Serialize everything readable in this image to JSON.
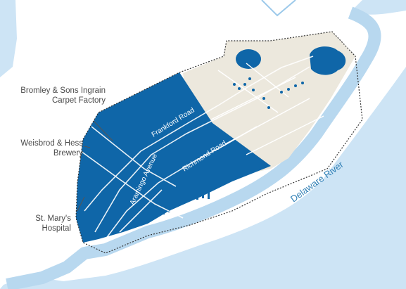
{
  "labels": {
    "bromley_line1": "Bromley & Sons Ingrain",
    "bromley_line2": "Carpet Factory",
    "weisbrod_line1": "Weisbrod & Hess",
    "weisbrod_line2": "Brewery",
    "stmarys_line1": "St. Mary's",
    "stmarys_line2": "Hospital"
  },
  "streets": {
    "frankford": "Frankford Road",
    "aramingo": "Aramingo Avenue",
    "richmond": "Richmond Road"
  },
  "water": {
    "river": "Delaware River"
  },
  "colors": {
    "highlight": "#0f66a8",
    "land": "#ece8dd",
    "water": "#cde4f5"
  }
}
